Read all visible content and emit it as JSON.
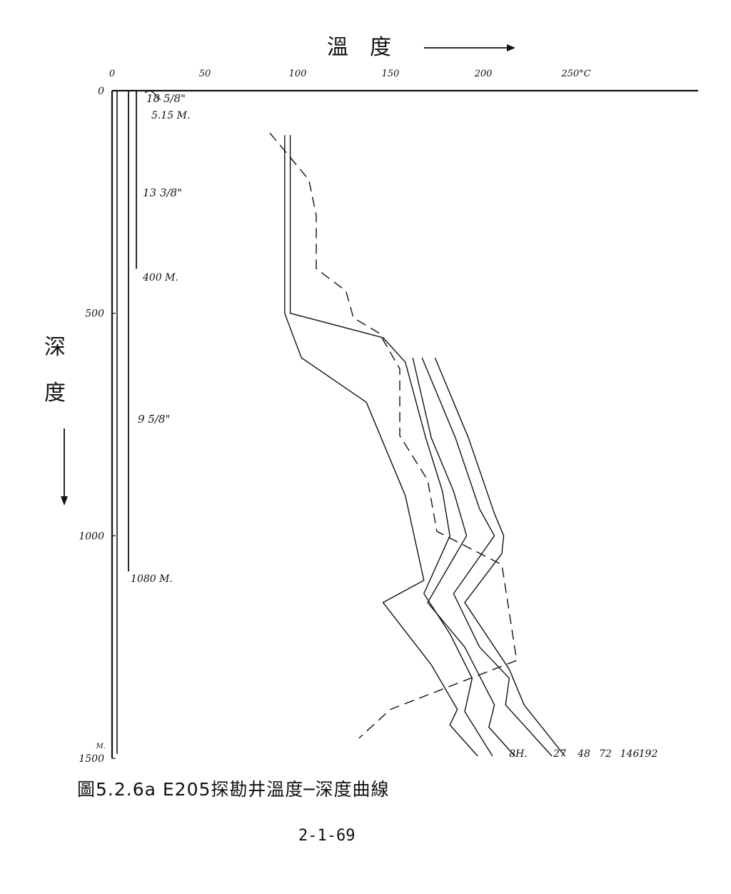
{
  "chart_data": {
    "type": "line",
    "x_axis": {
      "title": "溫　度",
      "unit": "°C",
      "range": [
        0,
        250
      ],
      "ticks": [
        "0",
        "50",
        "100",
        "150",
        "200",
        "250°C"
      ]
    },
    "y_axis": {
      "title": "深　度",
      "range": [
        0,
        1500
      ],
      "inverted": true,
      "ticks": [
        "0",
        "500",
        "1000",
        "1500"
      ],
      "bottom_unit": "M."
    },
    "casing": [
      {
        "size": "18 5/8\"",
        "depth_label": "5.15 M.",
        "depth": 5,
        "offset": 7
      },
      {
        "size": "13 3/8\"",
        "depth_label": "400 M.",
        "depth": 400,
        "offset": 11
      },
      {
        "size": "9 5/8\"",
        "depth_label": "1080 M.",
        "depth": 1080,
        "offset": 7
      }
    ],
    "series": [
      {
        "name": "8H.",
        "style": "dashed",
        "points": [
          [
            85,
            95
          ],
          [
            106,
            200
          ],
          [
            110,
            280
          ],
          [
            110,
            400
          ],
          [
            126,
            450
          ],
          [
            130,
            510
          ],
          [
            144,
            545
          ],
          [
            155,
            625
          ],
          [
            155,
            775
          ],
          [
            170,
            875
          ],
          [
            175,
            990
          ],
          [
            210,
            1065
          ],
          [
            218,
            1280
          ],
          [
            150,
            1390
          ],
          [
            133,
            1455
          ]
        ]
      },
      {
        "name": "27",
        "style": "solid",
        "points": [
          [
            93,
            100
          ],
          [
            93,
            500
          ],
          [
            102,
            600
          ],
          [
            137,
            700
          ],
          [
            147,
            800
          ],
          [
            158,
            910
          ],
          [
            168,
            1100
          ],
          [
            146,
            1150
          ],
          [
            172,
            1290
          ],
          [
            186,
            1390
          ],
          [
            182,
            1425
          ],
          [
            197,
            1495
          ]
        ]
      },
      {
        "name": "48",
        "style": "solid",
        "points": [
          [
            96,
            100
          ],
          [
            96,
            500
          ],
          [
            146,
            555
          ],
          [
            158,
            610
          ],
          [
            169,
            780
          ],
          [
            178,
            900
          ],
          [
            182,
            1000
          ],
          [
            168,
            1130
          ],
          [
            182,
            1220
          ],
          [
            194,
            1320
          ],
          [
            190,
            1395
          ],
          [
            205,
            1495
          ]
        ]
      },
      {
        "name": "72",
        "style": "solid",
        "points": [
          [
            162,
            600
          ],
          [
            172,
            780
          ],
          [
            184,
            900
          ],
          [
            191,
            1000
          ],
          [
            170,
            1150
          ],
          [
            190,
            1250
          ],
          [
            206,
            1380
          ],
          [
            203,
            1430
          ],
          [
            217,
            1495
          ]
        ]
      },
      {
        "name": "146",
        "style": "solid",
        "points": [
          [
            167,
            600
          ],
          [
            185,
            780
          ],
          [
            198,
            940
          ],
          [
            206,
            1000
          ],
          [
            184,
            1130
          ],
          [
            198,
            1250
          ],
          [
            214,
            1320
          ],
          [
            212,
            1380
          ],
          [
            237,
            1495
          ]
        ]
      },
      {
        "name": "192",
        "style": "solid",
        "points": [
          [
            174,
            600
          ],
          [
            192,
            780
          ],
          [
            206,
            950
          ],
          [
            211,
            1000
          ],
          [
            210,
            1040
          ],
          [
            190,
            1150
          ],
          [
            214,
            1300
          ],
          [
            222,
            1380
          ],
          [
            244,
            1495
          ]
        ]
      }
    ],
    "caption": "圖5.2.6a E205探勘井溫度─深度曲線",
    "page_number": "2-1-69"
  }
}
